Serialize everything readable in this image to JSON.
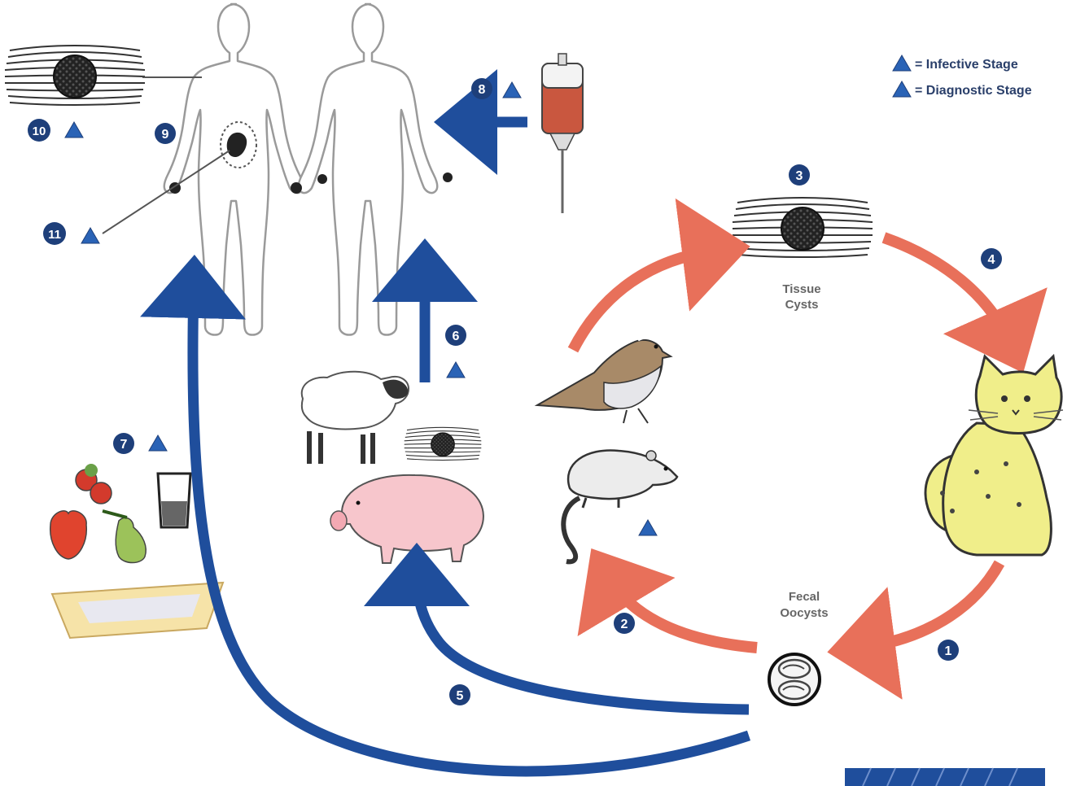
{
  "legend": {
    "infective": "= Infective Stage",
    "diagnostic": "= Diagnostic Stage"
  },
  "labels": {
    "tissue_cysts_1": "Tissue",
    "tissue_cysts_2": "Cysts",
    "fecal_oocysts_1": "Fecal",
    "fecal_oocysts_2": "Oocysts"
  },
  "steps": {
    "s1": "1",
    "s2": "2",
    "s3": "3",
    "s4": "4",
    "s5": "5",
    "s6": "6",
    "s7": "7",
    "s8": "8",
    "s9": "9",
    "s10": "10",
    "s11": "11"
  },
  "colors": {
    "blue_arrow": "#1f4e9c",
    "red_arrow": "#e8705a",
    "badge": "#1e3f7a",
    "triangle": "#2a63b6",
    "cat": "#f0ee8a",
    "pig": "#f7c6cc",
    "blood": "#c9573f",
    "apple": "#e0442e",
    "pear": "#9cc25a"
  }
}
